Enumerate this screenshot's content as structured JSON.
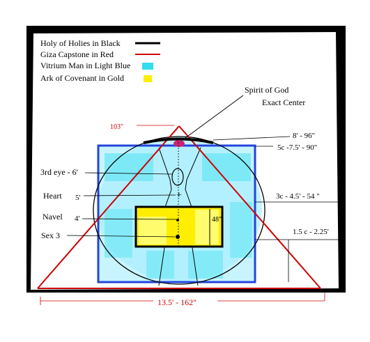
{
  "legend": [
    {
      "label": "Holy of Holies in Black",
      "color": "#000000"
    },
    {
      "label": "Giza Capstone in Red",
      "color": "#e00000"
    },
    {
      "label": "Vitrium Man in Light Blue",
      "color": "#33ddee"
    },
    {
      "label": "Ark of Covenant in Gold",
      "color": "#ffee00"
    }
  ],
  "labels": {
    "spirit_of_god": "Spirit of God",
    "exact_center": "Exact Center",
    "apex_inches": "103\"",
    "top_dim_1": "8' - 96\"",
    "top_dim_2": "5c -7.5' - 90\"",
    "third_eye": "3rd eye - 6'",
    "heart": "Heart",
    "heart_val": "5'",
    "navel": "Navel",
    "navel_val": "4'",
    "sex": "Sex 3",
    "ark_height": "48\"",
    "right_dim_1": "3c - 4.5' - 54 \"",
    "right_dim_2": "1.5 c - 2.25'",
    "base_width": "13.5' - 162\""
  },
  "colors": {
    "background": "#000000",
    "panel": "#ffffff",
    "square": "#2244dd",
    "fill": "#aaeeff",
    "fill_dark": "#33ddee",
    "ark": "#ffee00",
    "red": "#cc0000",
    "black": "#000000",
    "apex": "#cc2277"
  }
}
